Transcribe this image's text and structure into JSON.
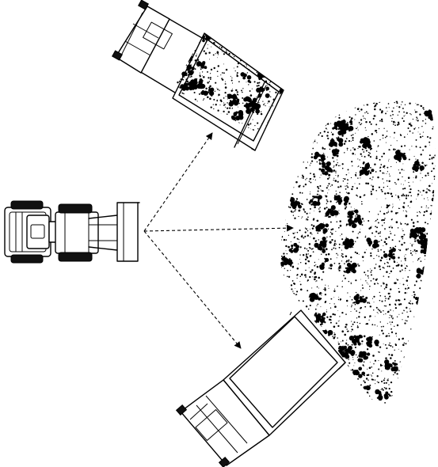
{
  "colors": {
    "ink": "#000000",
    "paper": "#ffffff"
  },
  "elements": {
    "loader": "wheel-loader-top-view",
    "truck_top": "dump-truck-loaded",
    "truck_bottom": "dump-truck-empty",
    "pile": "material-stockpile",
    "arrows": [
      "arrow-to-truck-top",
      "arrow-to-pile",
      "arrow-to-truck-bottom"
    ]
  }
}
